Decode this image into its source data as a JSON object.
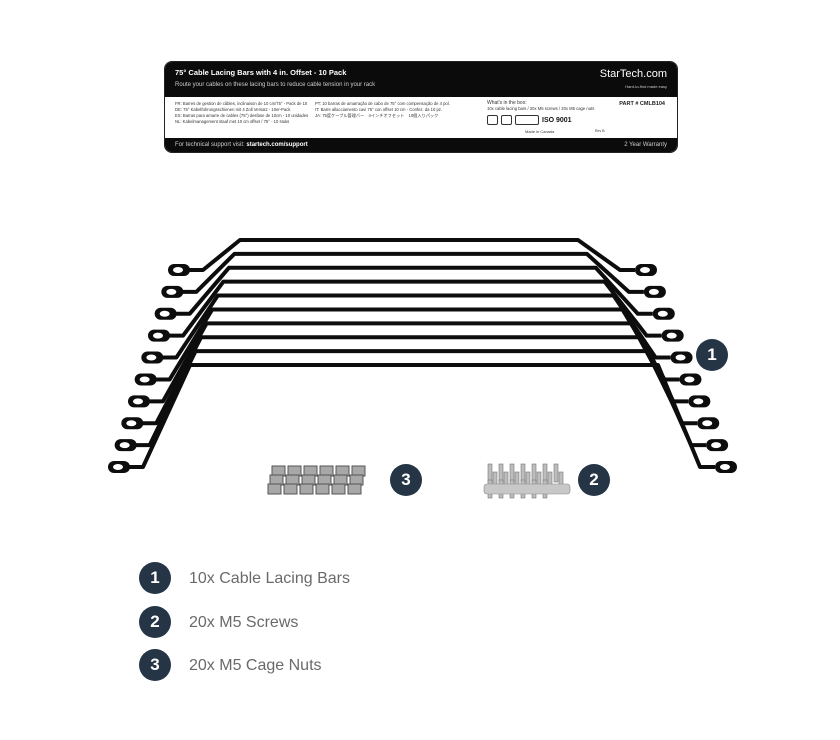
{
  "label": {
    "title": "75° Cable Lacing Bars with 4 in. Offset - 10 Pack",
    "subtitle": "Route your cables on these lacing bars to reduce cable tension in your rack",
    "brand": "StarTech.com",
    "tagline": "Hard-to-find made easy",
    "translations": [
      "FR: Barres de gestion de câbles, inclinaison de 10 cm/75° - Pack de 10",
      "DE: 75° Kabelführungsschienen mit 4 Zoll Versatz - 10er-Pack",
      "ES: Barras para amarre de cables (75°) desfase de 10cm - 10 unidades",
      "NL: Kabelmanagement staaf met 10 cm offset / 75° - 10 stuks"
    ],
    "translations2": [
      "PT: 10 barras de amarração de cabo de 75° com compensação de 4 pol.",
      "IT: Barre allacciamento cavi 75° con offset 10 cm - Confez. da 10 pz.",
      "JA: 75度ケーブル管理バー　4インチオフセット　10個入りパック"
    ],
    "box_heading": "What's in the box:",
    "box_contents": "10x cable lacing bars / 20x M5 screws / 20x M5 cage nuts",
    "part_number": "PART # CMLB104",
    "iso": "ISO 9001",
    "made_in": "Made in Canada",
    "rev": "Rev B",
    "support_prefix": "For technical support visit:",
    "support_url": "startech.com/support",
    "warranty": "2 Year Warranty"
  },
  "product": {
    "bar_count": 10,
    "bar_color": "#0d0d0d"
  },
  "badge_color": "#253546",
  "callouts": [
    {
      "number": "1",
      "text": "10x Cable Lacing Bars"
    },
    {
      "number": "2",
      "text": "20x M5 Screws"
    },
    {
      "number": "3",
      "text": "20x M5 Cage Nuts"
    }
  ]
}
